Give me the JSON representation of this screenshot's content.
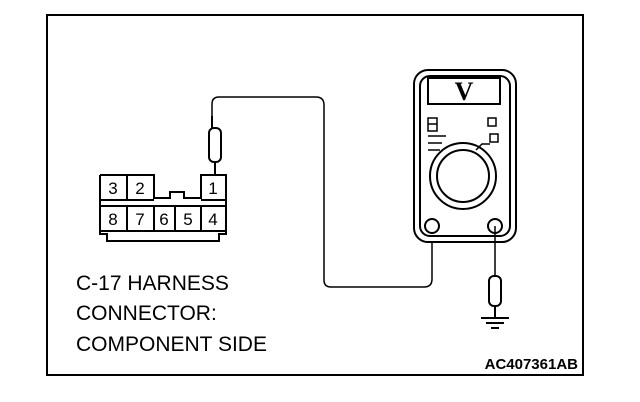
{
  "connector": {
    "pins_top": [
      "3",
      "2",
      "1"
    ],
    "pins_bottom": [
      "8",
      "7",
      "6",
      "5",
      "4"
    ]
  },
  "caption": {
    "line1": "C-17 HARNESS",
    "line2": "CONNECTOR:",
    "line3": "COMPONENT SIDE"
  },
  "meter": {
    "display": "V"
  },
  "figure_code": "AC407361AB",
  "icons": [
    "voltmeter-icon",
    "probe-icon",
    "ground-icon"
  ]
}
